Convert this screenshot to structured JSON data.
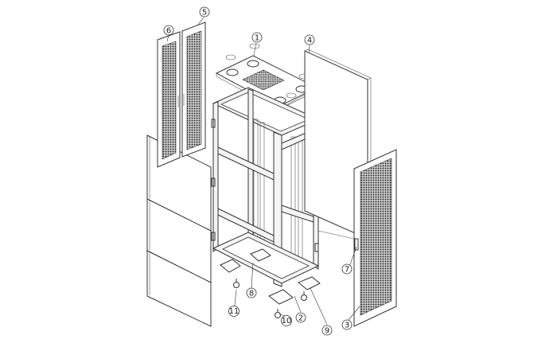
{
  "diagram": {
    "callouts": [
      {
        "label": "1"
      },
      {
        "label": "2"
      },
      {
        "label": "3"
      },
      {
        "label": "4"
      },
      {
        "label": "5"
      },
      {
        "label": "6"
      },
      {
        "label": "7"
      },
      {
        "label": "8"
      },
      {
        "label": "9"
      },
      {
        "label": "10"
      },
      {
        "label": "11"
      }
    ]
  }
}
